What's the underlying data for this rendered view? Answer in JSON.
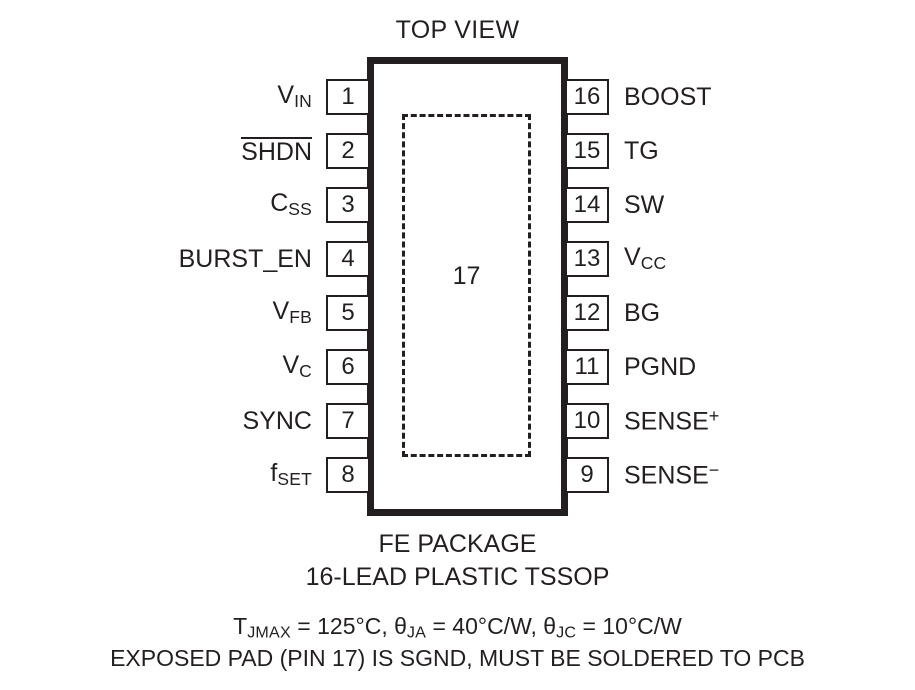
{
  "diagram": {
    "title": "TOP VIEW",
    "package_body": {
      "exposed_pad_number": "17"
    },
    "pins_left": [
      {
        "number": "1",
        "label_html": "V<span class=\"sub\">IN</span>",
        "label_text": "VIN"
      },
      {
        "number": "2",
        "label_html": "<span class=\"ovl\">SHDN</span>",
        "label_text": "SHDN (active low)"
      },
      {
        "number": "3",
        "label_html": "C<span class=\"sub\">SS</span>",
        "label_text": "CSS"
      },
      {
        "number": "4",
        "label_html": "BURST_EN",
        "label_text": "BURST_EN"
      },
      {
        "number": "5",
        "label_html": "V<span class=\"sub\">FB</span>",
        "label_text": "VFB"
      },
      {
        "number": "6",
        "label_html": "V<span class=\"sub\">C</span>",
        "label_text": "VC"
      },
      {
        "number": "7",
        "label_html": "SYNC",
        "label_text": "SYNC"
      },
      {
        "number": "8",
        "label_html": "f<span class=\"sub\">SET</span>",
        "label_text": "fSET"
      }
    ],
    "pins_right": [
      {
        "number": "16",
        "label_html": "BOOST",
        "label_text": "BOOST"
      },
      {
        "number": "15",
        "label_html": "TG",
        "label_text": "TG"
      },
      {
        "number": "14",
        "label_html": "SW",
        "label_text": "SW"
      },
      {
        "number": "13",
        "label_html": "V<span class=\"sub\">CC</span>",
        "label_text": "VCC"
      },
      {
        "number": "12",
        "label_html": "BG",
        "label_text": "BG"
      },
      {
        "number": "11",
        "label_html": "PGND",
        "label_text": "PGND"
      },
      {
        "number": "10",
        "label_html": "SENSE<span class=\"sup\">+</span>",
        "label_text": "SENSE+"
      },
      {
        "number": "9",
        "label_html": "SENSE<span class=\"sup\">−</span>",
        "label_text": "SENSE-"
      }
    ],
    "footer": {
      "package_name": "FE PACKAGE",
      "package_type": "16-LEAD PLASTIC TSSOP",
      "thermal_html": "T<span class=\"sub\">JMAX</span> = 125°C, θ<span class=\"sub\">JA</span> = 40°C/W, θ<span class=\"sub\">JC</span> = 10°C/W",
      "thermal_text": "TJMAX = 125°C, θJA = 40°C/W, θJC = 10°C/W",
      "exposed_pad_note": "EXPOSED PAD (PIN 17) IS SGND, MUST BE SOLDERED TO PCB"
    },
    "geometry": {
      "pin_row_top_first": 79,
      "pin_row_pitch": 54
    },
    "colors": {
      "ink": "#231f20",
      "background": "#ffffff"
    }
  }
}
